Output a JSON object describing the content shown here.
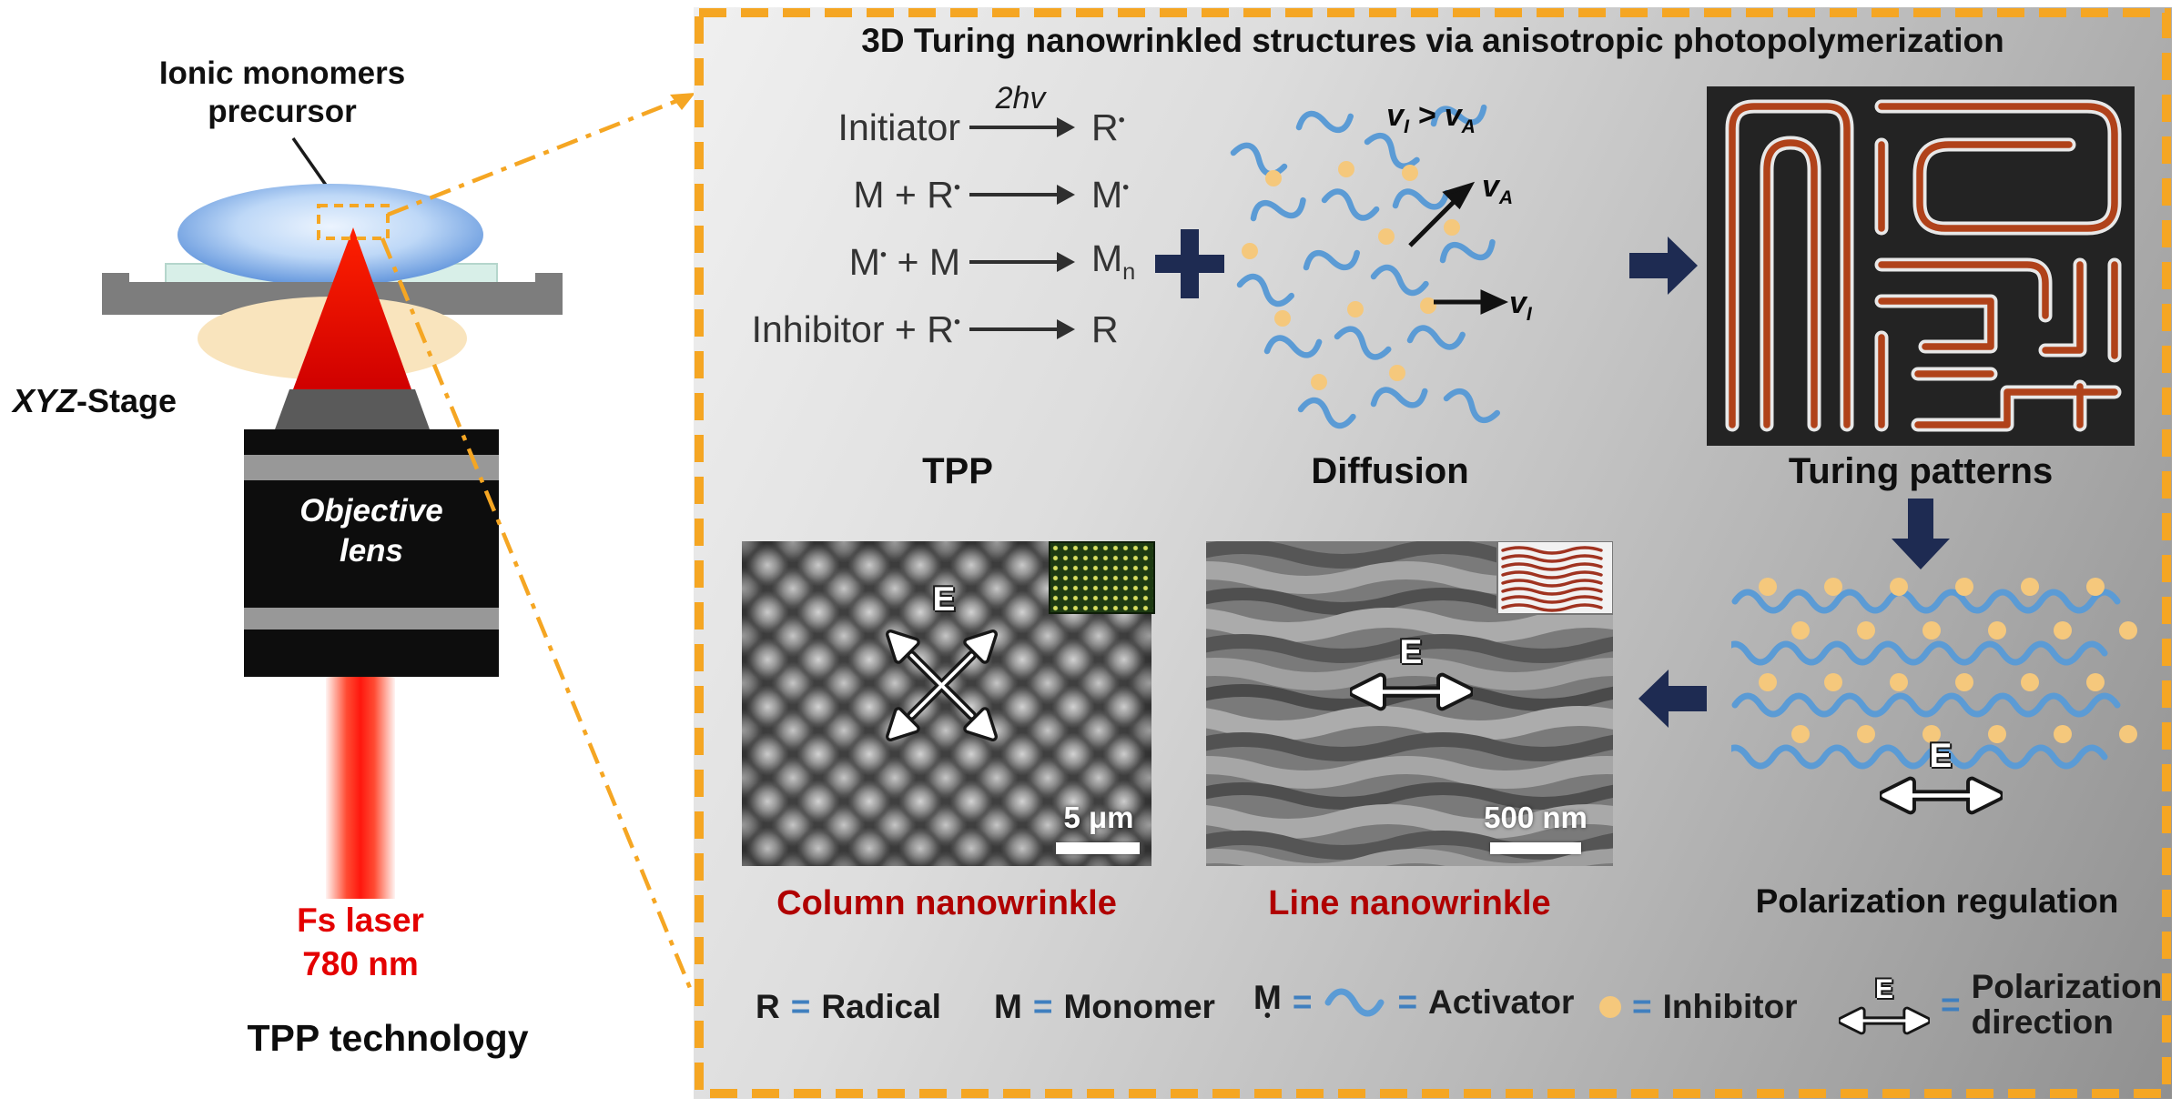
{
  "left": {
    "ionic_line1": "Ionic monomers",
    "ionic_line2": "precursor",
    "stage_italic": "XYZ",
    "stage_rest": "-Stage",
    "objective_line1": "Objective",
    "objective_line2": "lens",
    "laser_line1": "Fs laser",
    "laser_line2": "780 nm",
    "tech_label": "TPP technology"
  },
  "panel": {
    "title": "3D Turing nanowrinkled structures via anisotropic photopolymerization",
    "tpp": {
      "caption": "TPP",
      "eq1": {
        "left": "Initiator",
        "rate": "2hv",
        "right": "R",
        "rdot": "•"
      },
      "eq2": {
        "left": "M + R",
        "ldot": "•",
        "right": "M",
        "rdot": "•"
      },
      "eq3": {
        "lbase": "M",
        "ldot": "•",
        "lrest": " + M",
        "right": "M",
        "rsub": "n"
      },
      "eq4": {
        "left": "Inhibitor + R",
        "ldot": "•",
        "right": "R"
      }
    },
    "diffusion": {
      "caption": "Diffusion",
      "ineq_v1": "v",
      "ineq_s1": "I",
      "ineq_op": ">",
      "ineq_v2": "v",
      "ineq_s2": "A",
      "va_v": "v",
      "va_s": "A",
      "vi_v": "v",
      "vi_s": "I"
    },
    "turing": {
      "caption": "Turing patterns"
    },
    "polarization": {
      "caption": "Polarization regulation",
      "e_label": "E"
    },
    "column": {
      "caption": "Column nanowrinkle",
      "scale": "5 μm",
      "e_label": "E"
    },
    "line": {
      "caption": "Line nanowrinkle",
      "scale": "500 nm",
      "e_label": "E"
    },
    "legend": {
      "eq": "=",
      "r_sym": "R",
      "r_label": "Radical",
      "m_sym": "M",
      "m_label": "Monomer",
      "mdot_sym": "M",
      "mdot_dot": "•",
      "activator_label": "Activator",
      "inhibitor_label": "Inhibitor",
      "pol_line1": "Polarization",
      "pol_line2": "direction"
    },
    "colors": {
      "border_orange": "#f5a623",
      "arrow_navy": "#1e2b52",
      "activator_blue": "#5b9bd5",
      "inhibitor_orange": "#f5c87c",
      "caption_red": "#b00000"
    }
  }
}
